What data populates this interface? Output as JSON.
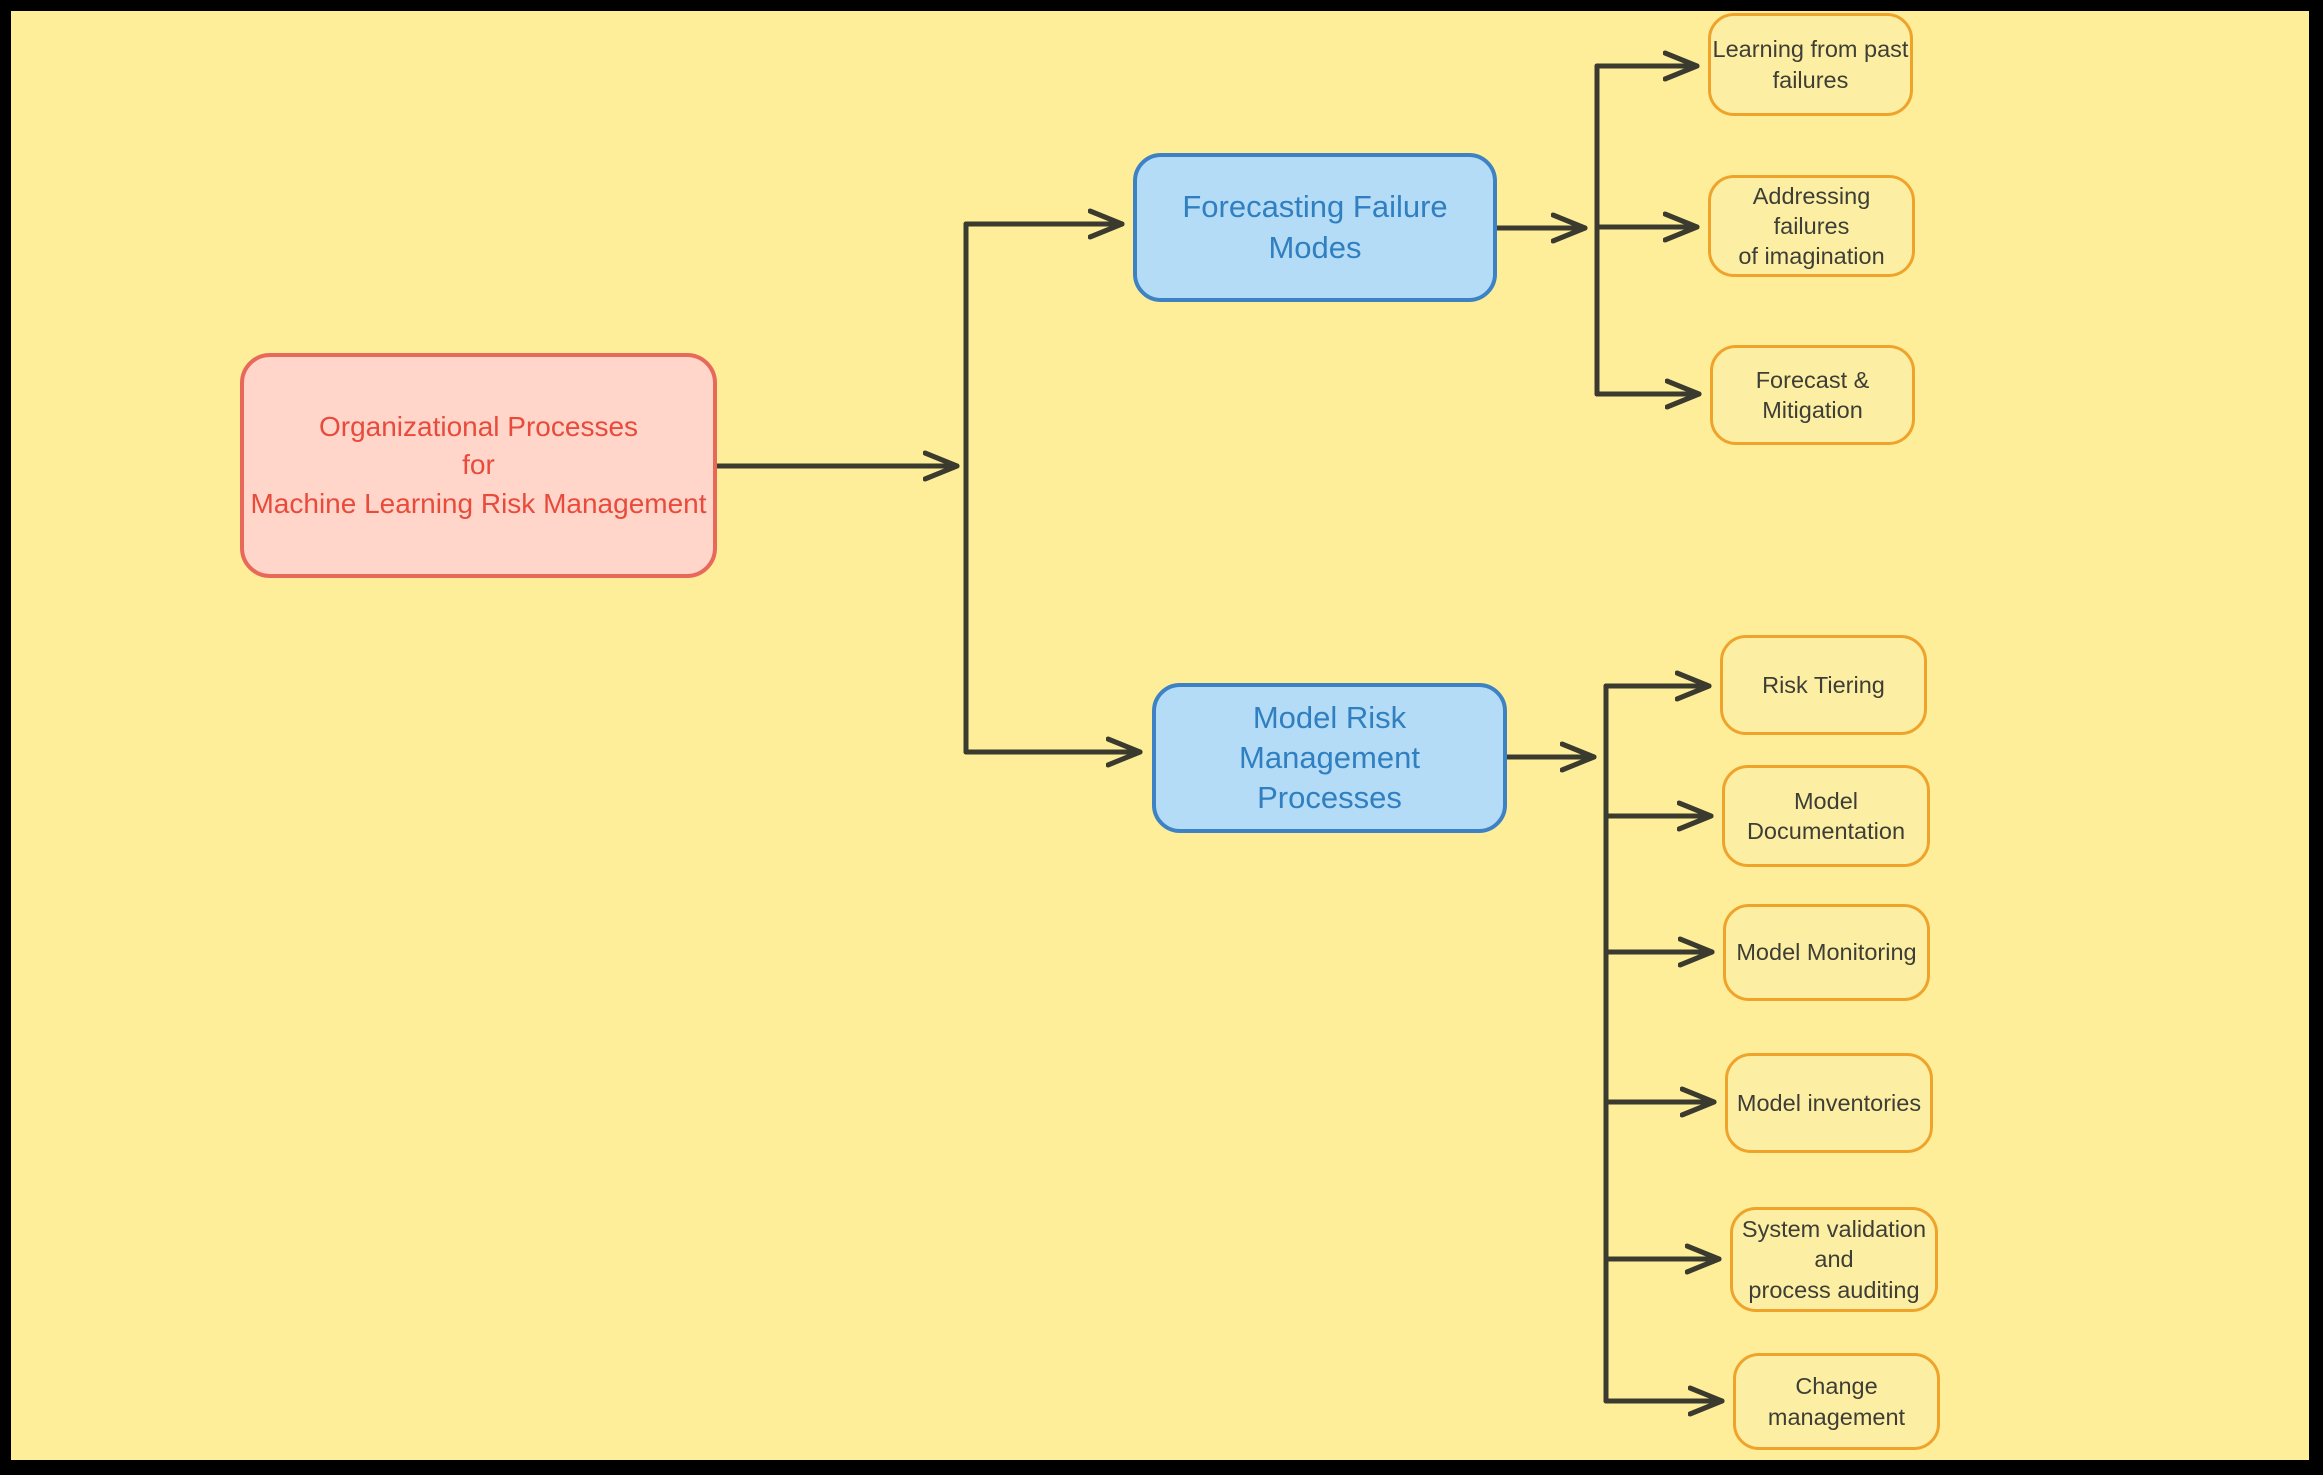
{
  "colors": {
    "frame": "#000000",
    "canvas_background": "#FEED99",
    "connector": "#3A3A2E",
    "root_fill": "#FFD6C9",
    "root_border": "#E8685A",
    "root_text": "#E84B3C",
    "branch_fill": "#B5DCF6",
    "branch_border": "#3C82C4",
    "branch_text": "#2F7FC1",
    "leaf_fill": "#FCEFA3",
    "leaf_border": "#EFA32B",
    "leaf_text": "#3E3E36"
  },
  "nodes": {
    "root": {
      "label": "Organizational Processes\nfor\nMachine Learning Risk Management"
    },
    "branches": [
      {
        "label": "Forecasting Failure\nModes",
        "children": [
          {
            "label": "Learning from past\nfailures"
          },
          {
            "label": "Addressing failures\nof imagination"
          },
          {
            "label": "Forecast &\nMitigation"
          }
        ]
      },
      {
        "label": "Model Risk\nManagement\nProcesses",
        "children": [
          {
            "label": "Risk Tiering"
          },
          {
            "label": "Model\nDocumentation"
          },
          {
            "label": "Model Monitoring"
          },
          {
            "label": "Model inventories"
          },
          {
            "label": "System validation\nand\nprocess auditing"
          },
          {
            "label": "Change\nmanagement"
          }
        ]
      }
    ]
  }
}
